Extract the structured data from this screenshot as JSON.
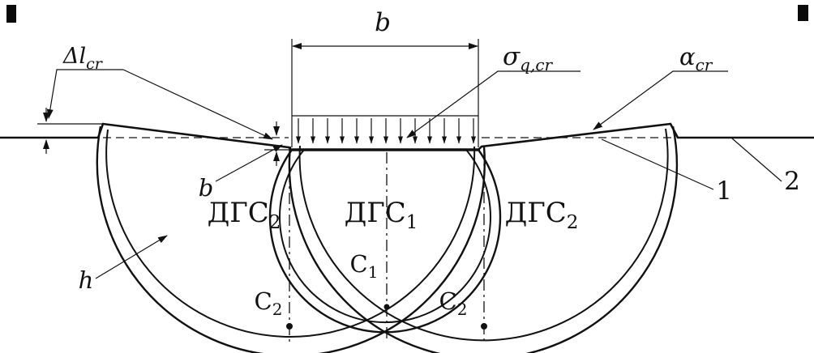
{
  "colors": {
    "line": "#111111",
    "background": "#ffffff"
  },
  "labels": {
    "dim_b": "b",
    "sigma": {
      "base": "σ",
      "sub": "q,cr"
    },
    "alpha": {
      "base": "α",
      "sub": "cr"
    },
    "delta_l": {
      "base": "Δl",
      "sub": "cr"
    },
    "b_edge": "b",
    "h": "h",
    "zone_left": {
      "base": "ДГС",
      "sub": "2"
    },
    "zone_center": {
      "base": "ДГС",
      "sub": "1"
    },
    "zone_right": {
      "base": "ДГС",
      "sub": "2"
    },
    "c1": {
      "base": "C",
      "sub": "1"
    },
    "c2_left": {
      "base": "C",
      "sub": "2"
    },
    "c2_right": {
      "base": "C",
      "sub": "2"
    },
    "callout_1": "1",
    "callout_2": "2"
  }
}
